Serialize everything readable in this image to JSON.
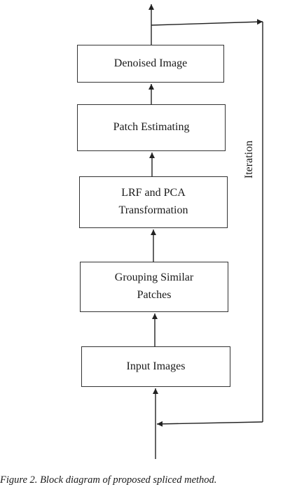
{
  "boxes": {
    "denoised": "Denoised Image",
    "patch": "Patch Estimating",
    "lrf": "LRF and PCA\nTransformation",
    "group": "Grouping Similar\nPatches",
    "input": "Input Images"
  },
  "loop_label": "Iteration",
  "caption": {
    "figure": "Figure 2.",
    "text": " Block diagram of proposed spliced method."
  }
}
